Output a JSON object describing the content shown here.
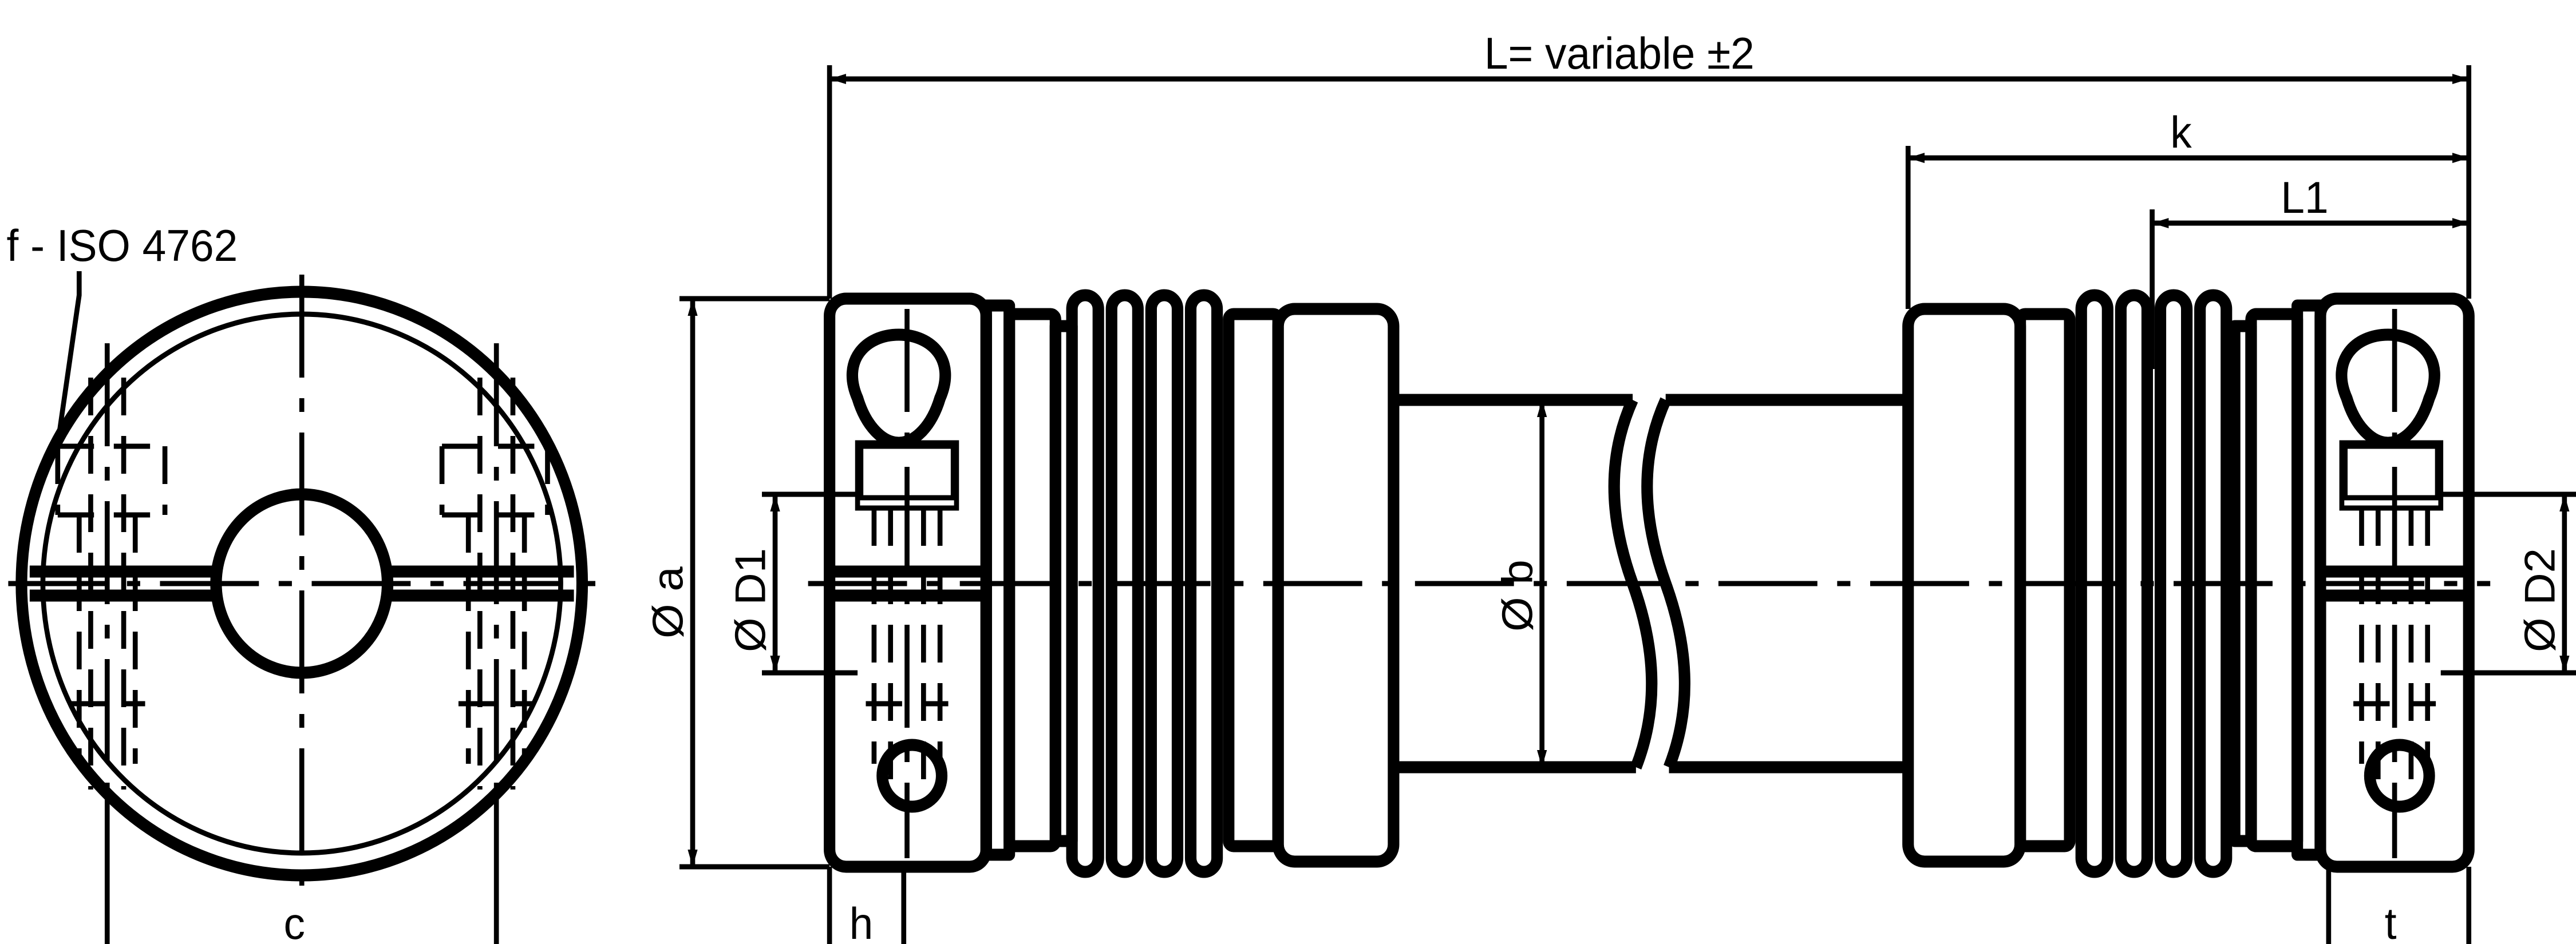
{
  "labels": {
    "length": "L= variable ±2",
    "k": "k",
    "L1": "L1",
    "screw": "f - ISO 4762",
    "dia_a": "Ø a",
    "dia_D1": "Ø D1",
    "dia_b": "Ø b",
    "dia_D2": "Ø D2",
    "c": "c",
    "h": "h",
    "t": "t"
  }
}
